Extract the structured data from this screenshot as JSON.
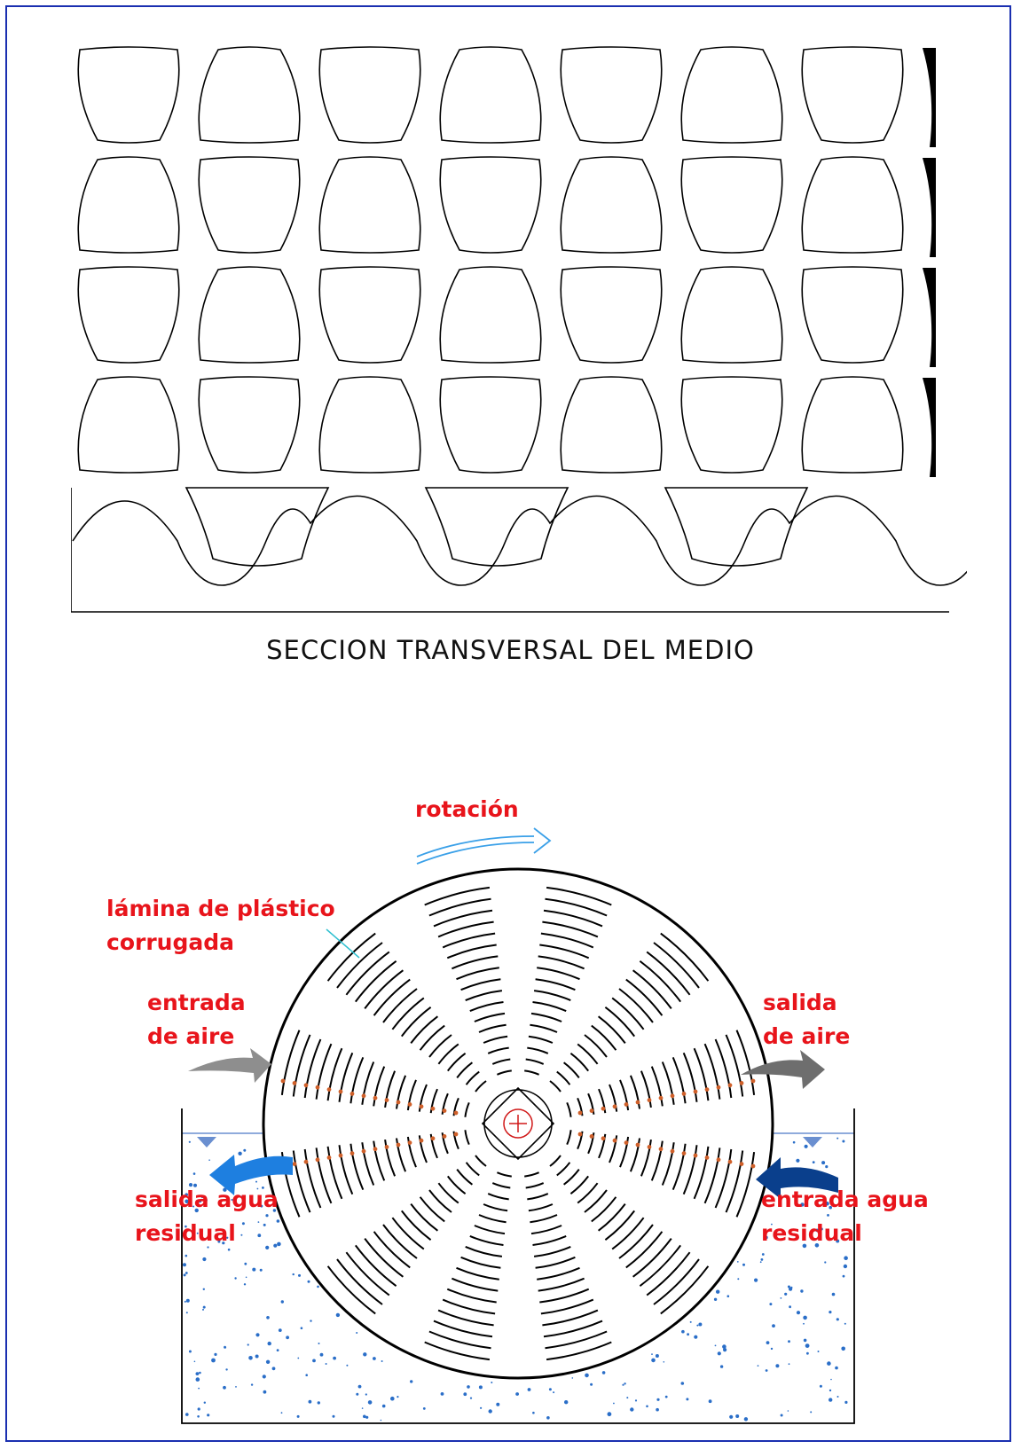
{
  "section": {
    "title": "SECCION TRANSVERSAL DEL MEDIO",
    "rows": 5,
    "cells_per_row": 7
  },
  "rbc": {
    "labels": {
      "rotation": "rotación",
      "sheet_line1": "lámina de plástico",
      "sheet_line2": "corrugada",
      "air_in_line1": "entrada",
      "air_in_line2": "de aire",
      "air_out_line1": "salida",
      "air_out_line2": "de aire",
      "water_out_line1": "salida agua",
      "water_out_line2": "residual",
      "water_in_line1": "entrada agua",
      "water_in_line2": "residual"
    },
    "colors": {
      "label": "#e8141b",
      "frame": "#1a2fb0",
      "rotation_arrow": "#3aa0e8",
      "air_arrow": "#8e8e8e",
      "water_out_arrow": "#1e7fe0",
      "water_in_arrow": "#0a3f8c",
      "water_dots": "#2a6ec8"
    },
    "icons": [
      "rotation-arrow-icon",
      "air-inlet-arrow-icon",
      "air-outlet-arrow-icon",
      "water-outlet-arrow-icon",
      "water-inlet-arrow-icon",
      "shaft-icon"
    ]
  }
}
